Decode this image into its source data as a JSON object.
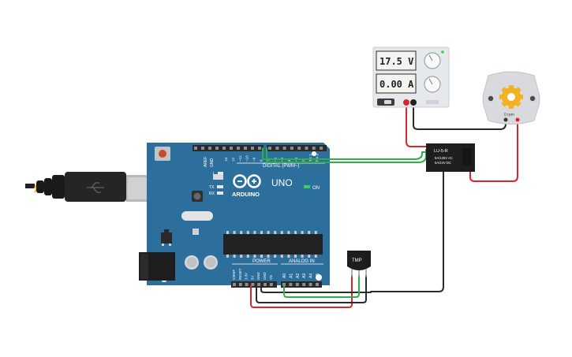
{
  "colors": {
    "board": "#2d6f9c",
    "board_dark": "#1f5a80",
    "header": "#2a2a2a",
    "wire_red": "#d9262b",
    "wire_black": "#2b2b2b",
    "wire_green": "#2fae4a",
    "psu_body": "#e6e9ec",
    "lcd": "#f3f4f0",
    "motor_body": "#d8dadd",
    "gear": "#f3b21e"
  },
  "power_supply": {
    "voltage": "17.5 V",
    "current": "0.00 A"
  },
  "motor": {
    "speed": "0 rpm"
  },
  "relay": {
    "model": "LU-5-R",
    "spec_line_1": "5A/125V AC",
    "spec_line_2": "5A/24V DC"
  },
  "arduino": {
    "brand": "ARDUINO",
    "model": "UNO",
    "digital_label": "DIGITAL (PWM~)",
    "power_label": "POWER",
    "analog_label": "ANALOG IN",
    "on_label": "ON",
    "tx_label": "TX",
    "rx_label": "RX",
    "l_label": "L",
    "aref": "AREF",
    "gnd_top": "GND",
    "digital_pins": [
      "13",
      "12",
      "~11",
      "~10",
      "~9",
      "8",
      "7",
      "~6",
      "~5",
      "4",
      "~3",
      "2",
      "TX 1",
      "RX 0"
    ],
    "power_pins": [
      "IOREF",
      "RESET",
      "3.3V",
      "5V",
      "GND",
      "GND",
      "Vin"
    ],
    "analog_pins": [
      "A0",
      "A1",
      "A2",
      "A3",
      "A4",
      "A5"
    ]
  },
  "sensor": {
    "label": "TMP"
  }
}
